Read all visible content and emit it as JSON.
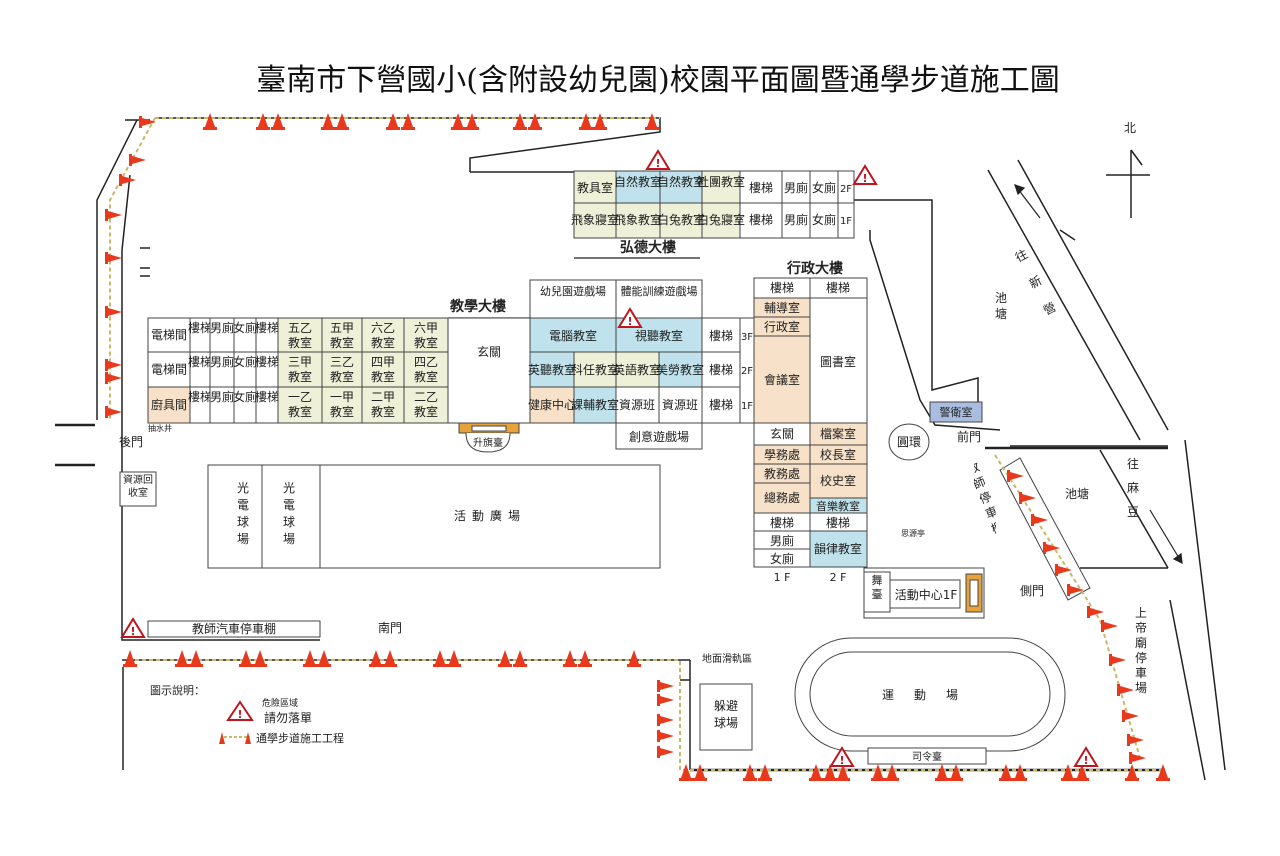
{
  "title": "臺南市下營國小(含附設幼兒園)校園平面圖暨通學步道施工圖",
  "colors": {
    "green": "#eef0d7",
    "blue": "#bfe2ec",
    "peach": "#f7e1c9",
    "cone": "#e8391d",
    "tape": "#c8b96a",
    "guard": "#a9bde0"
  },
  "compass": {
    "north": "北"
  },
  "buildings": {
    "hongde": "弘德大樓",
    "teaching": "教學大樓",
    "admin": "行政大樓"
  },
  "hongde_rooms": {
    "r2": [
      "教具室",
      "自然教室",
      "自然教室",
      "社團教室",
      "樓梯",
      "男廁",
      "女廁",
      "2F"
    ],
    "r1": [
      "飛象寢室",
      "飛象教室",
      "白兔教室",
      "白兔寢室",
      "樓梯",
      "男廁",
      "女廁",
      "1F"
    ]
  },
  "teaching_rows": {
    "f3": [
      "電梯間",
      "樓梯",
      "男廁",
      "女廁",
      "樓梯",
      "五乙教室",
      "五甲教室",
      "六乙教室",
      "六甲教室"
    ],
    "f2": [
      "電梯間",
      "樓梯",
      "男廁",
      "女廁",
      "樓梯",
      "三甲教室",
      "三乙教室",
      "四甲教室",
      "四乙教室"
    ],
    "f1": [
      "廚具間",
      "樓梯",
      "男廁",
      "女廁",
      "樓梯",
      "一乙教室",
      "一甲教室",
      "二甲教室",
      "二乙教室"
    ]
  },
  "lobby": "玄關",
  "east_wing": {
    "kindergarten_play": "幼兒園遊戲場",
    "fitness_play": "體能訓練遊戲場",
    "computer": "電腦教室",
    "av": "視聽教室",
    "english_listening": "英聽教室",
    "science": "科任教室",
    "english": "英語教室",
    "arts": "美勞教室",
    "health": "健康中心",
    "tutoring": "課輔教室",
    "resource1": "資源班",
    "resource2": "資源班",
    "creative_play": "創意遊戲場",
    "stairs": [
      "樓梯",
      "樓梯",
      "樓梯"
    ],
    "floors": [
      "3F",
      "2F",
      "1F"
    ]
  },
  "flag_platform": "升旗臺",
  "admin_rooms": {
    "stairs_a": "樓梯",
    "stairs_b": "樓梯",
    "counseling": "輔導室",
    "admin_office": "行政室",
    "meeting": "會議室",
    "library": "圖書室",
    "lobby": "玄關",
    "archive": "檔案室",
    "academic": "學務處",
    "principal": "校長室",
    "teaching_affairs": "教務處",
    "history": "校史室",
    "general_affairs": "總務處",
    "music": "音樂教室",
    "stairs_c": "樓梯",
    "stairs_d": "樓梯",
    "mens": "男廁",
    "womens": "女廁",
    "rhythm": "韻律教室",
    "f1": "1 F",
    "f2": "2 F"
  },
  "places": {
    "guard": "警衛室",
    "roundabout": "圓環",
    "front_gate": "前門",
    "back_gate": "後門",
    "south_gate": "南門",
    "side_gate": "側門",
    "pump_well": "抽水井",
    "recycle": "資源回收室",
    "court1": "光電球場",
    "court2": "光電球場",
    "plaza": "活動廣場",
    "gazebo": "思源亭",
    "stage": "舞臺",
    "activity_center": "活動中心1F",
    "teacher_parking": "教師汽車停車棚",
    "teacher_motor": "教師停車棚",
    "slide_track": "地面滑軌區",
    "dodge": "躲避球場",
    "sports_field": "運動場",
    "podium": "司令臺",
    "pond1": "池塘",
    "pond2": "池塘",
    "to_xinying": "往新營",
    "to_madou": "往麻豆",
    "temple_parking": "上帝廟停車場"
  },
  "legend": {
    "heading": "圖示說明：",
    "danger": "危險區域",
    "no_fall": "請勿落單",
    "works": "通學步道施工工程"
  }
}
